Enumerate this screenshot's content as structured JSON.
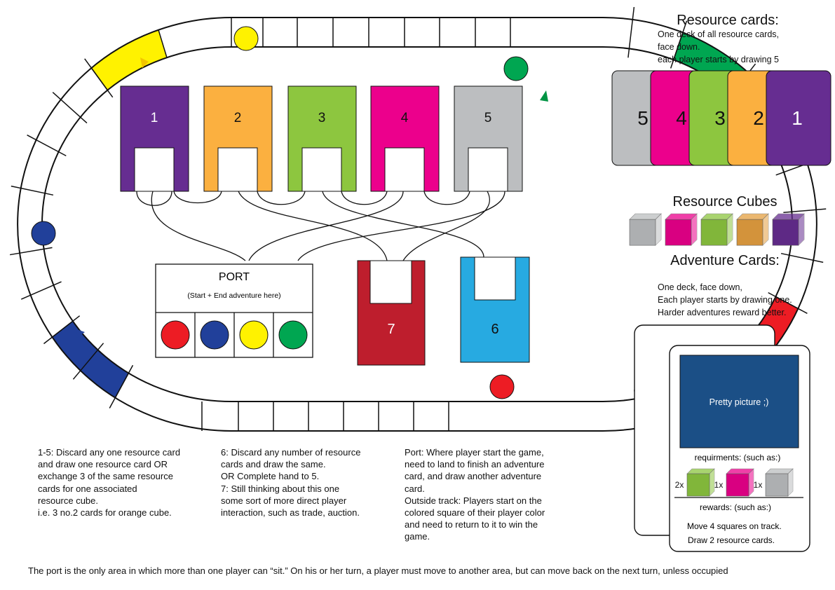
{
  "colors": {
    "purple": "#662d91",
    "orange": "#fbb040",
    "green": "#8dc63f",
    "magenta": "#ec008c",
    "grey": "#bcbec0",
    "red": "#be1e2d",
    "blue": "#27aae1",
    "navy": "#21409a",
    "yellow": "#fff200",
    "token_red": "#ed1c24",
    "token_green": "#00a651",
    "pic": "#1b4f86",
    "tri_green": "#009444"
  },
  "resource_areas": [
    "1",
    "2",
    "3",
    "4",
    "5"
  ],
  "special_areas": [
    "7",
    "6"
  ],
  "port": {
    "title": "PORT",
    "subtitle": "(Start + End adventure here)",
    "tokens": [
      "red",
      "blue",
      "yellow",
      "green"
    ]
  },
  "resource_cards": {
    "title": "Resource cards:",
    "description": "One deck of all resource cards,\nface down.\neach player starts by drawing 5",
    "cards": [
      "5",
      "4",
      "3",
      "2",
      "1"
    ]
  },
  "resource_cubes": {
    "title": "Resource Cubes",
    "cubes": [
      "grey",
      "magenta",
      "green",
      "orange",
      "purple"
    ]
  },
  "adventure_cards": {
    "title": "Adventure Cards:",
    "description": "One deck, face down,\nEach player starts by drawing one.\nHarder adventures reward better.",
    "picture": "Pretty picture ;)",
    "requirements_label": "requirments: (such as:)",
    "requirements": [
      {
        "qty": "2x",
        "color": "green"
      },
      {
        "qty": "1x",
        "color": "magenta"
      },
      {
        "qty": "1x",
        "color": "grey"
      }
    ],
    "rewards_label": "rewards: (such as:)",
    "rewards_text": "Move 4 squares on track.\nDraw 2 resource cards."
  },
  "rules": {
    "areas_1_5": "1-5: Discard any one resource card\nand draw one resource card OR\nexchange 3 of the same resource\ncards for one associated\nresource cube.\ni.e. 3 no.2 cards for orange cube.",
    "areas_6_7": "6: Discard any number of resource\ncards and draw the same.\nOR Complete hand to 5.\n7: Still thinking about this one\nsome sort of more direct player\ninteraction, such as trade, auction.",
    "port_track": "Port: Where player start the game,\nneed to land to finish an adventure\ncard, and draw another adventure\ncard.\nOutside track: Players start on the\ncolored square of their player color\nand need to return to it to win the\ngame."
  },
  "footer": "The port is the only area in which more than one player can “sit.” On his or her turn, a player must move to another area, but can move back on the next turn, unless occupied"
}
